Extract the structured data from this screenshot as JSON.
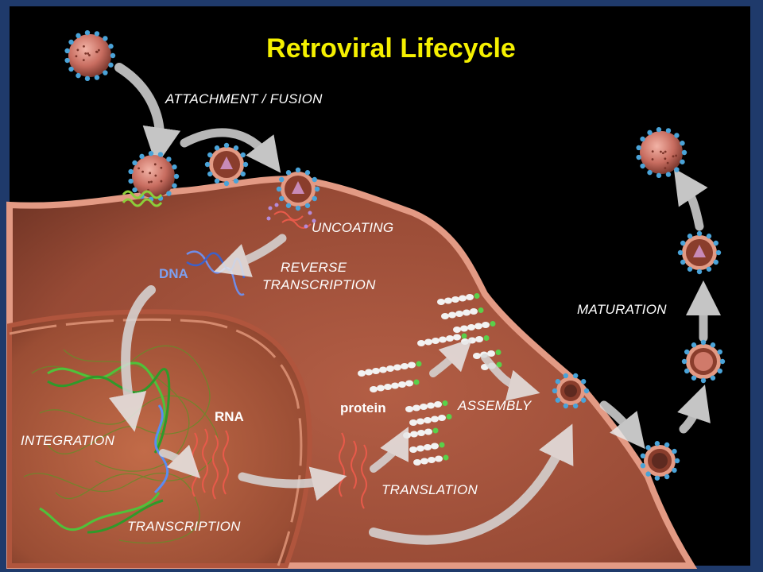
{
  "title": "Retroviral Lifecycle",
  "steps": {
    "attachment": "ATTACHMENT / FUSION",
    "uncoating": "UNCOATING",
    "reverse_1": "REVERSE",
    "reverse_2": "TRANSCRIPTION",
    "integration": "INTEGRATION",
    "transcription": "TRANSCRIPTION",
    "translation": "TRANSLATION",
    "assembly": "ASSEMBLY",
    "maturation": "MATURATION"
  },
  "molecules": {
    "dna": "DNA",
    "rna": "RNA",
    "protein": "protein"
  },
  "colors": {
    "title": "#f5f000",
    "cell": "#9a4a35",
    "membrane": "#e39a84",
    "background": "#000000",
    "frame": "#1f3a6b"
  }
}
